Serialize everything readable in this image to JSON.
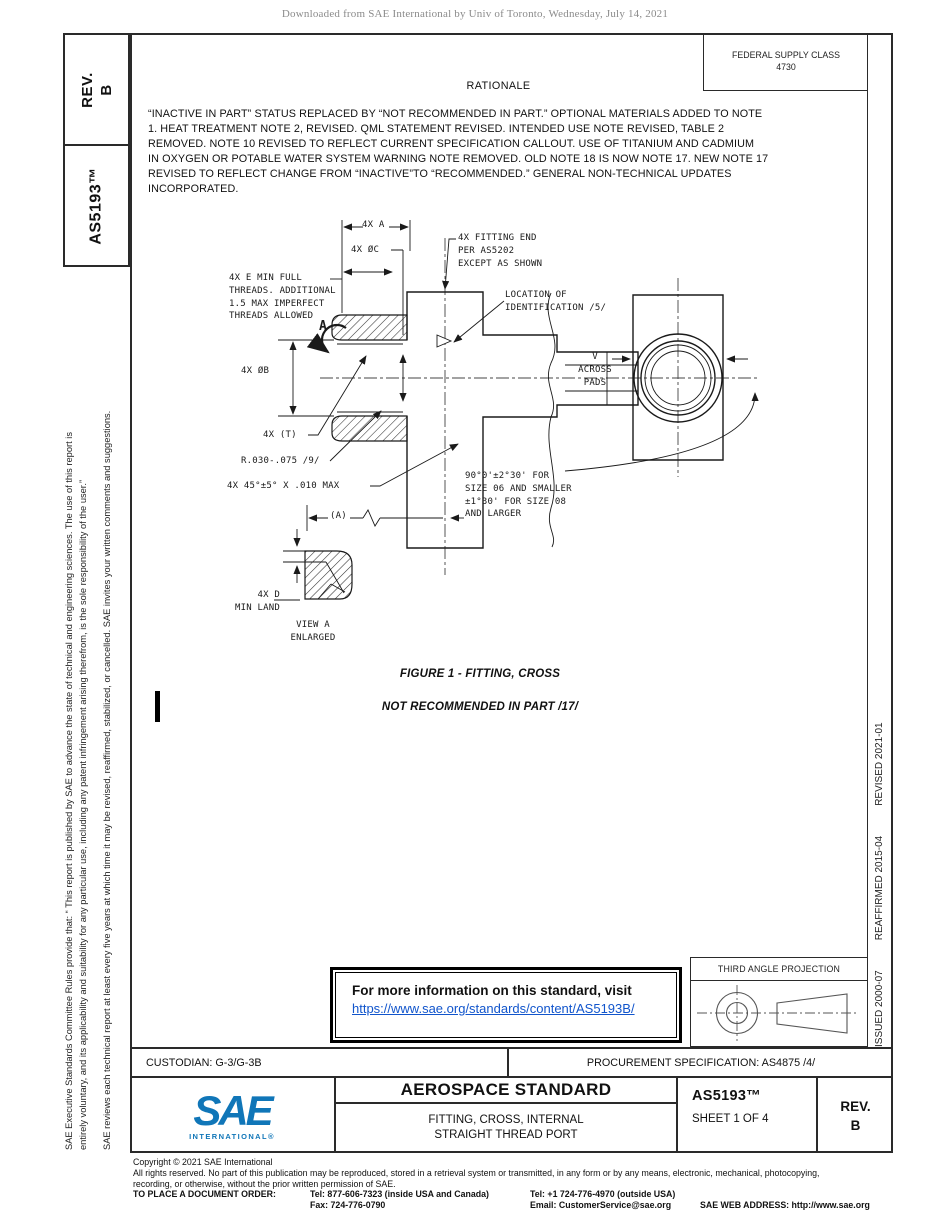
{
  "watermark": "Downloaded from SAE International by Univ of Toronto, Wednesday, July 14, 2021",
  "sidebar": {
    "rev_label": "REV.",
    "rev_value": "B",
    "doc_number": "AS5193™",
    "disclaimer_line1": "SAE Executive Standards Committee Rules provide that: “ This report is published by SAE to advance the state of technical and engineering sciences. The use of this report is",
    "disclaimer_line2": "entirely voluntary, and its applicability and suitability for any particular use, including any patent infringement arising therefrom, is the sole responsibility of the user.”",
    "review_note": "SAE reviews each technical report at least every five years at which time it may be revised, reaffirmed, stabilized, or cancelled. SAE invites your written comments and suggestions."
  },
  "header": {
    "federal_supply_class_label": "FEDERAL SUPPLY CLASS",
    "federal_supply_class_value": "4730",
    "rationale_title": "RATIONALE",
    "rationale_text": "“INACTIVE IN PART” STATUS REPLACED BY “NOT RECOMMENDED IN PART.” OPTIONAL MATERIALS ADDED TO NOTE\n1. HEAT TREATMENT NOTE 2, REVISED. QML STATEMENT REVISED. INTENDED USE NOTE REVISED, TABLE 2\nREMOVED. NOTE 10 REVISED TO REFLECT CURRENT SPECIFICATION CALLOUT. USE OF TITANIUM AND CADMIUM\nIN OXYGEN OR POTABLE WATER SYSTEM WARNING NOTE REMOVED. OLD NOTE 18 IS NOW NOTE 17. NEW NOTE 17\nREVISED TO REFLECT CHANGE FROM “INACTIVE”TO “RECOMMENDED.” GENERAL NON-TECHNICAL UPDATES\nINCORPORATED."
  },
  "drawing": {
    "labels": [
      {
        "name": "fitting-end-note",
        "text": "4X FITTING END\nPER AS5202\nEXCEPT AS SHOWN"
      },
      {
        "name": "dim-a",
        "text": "4X A"
      },
      {
        "name": "dim-c",
        "text": "4X ØC"
      },
      {
        "name": "thread-note",
        "text": "4X E MIN FULL\nTHREADS. ADDITIONAL\n1.5 MAX IMPERFECT\nTHREADS ALLOWED"
      },
      {
        "name": "location-note",
        "text": "LOCATION OF\nIDENTIFICATION /5/"
      },
      {
        "name": "view-arrow-label",
        "text": "A"
      },
      {
        "name": "dim-b",
        "text": "4X ØB"
      },
      {
        "name": "across-pads",
        "text": "V\nACROSS\nPADS"
      },
      {
        "name": "dim-t",
        "text": "4X (T)"
      },
      {
        "name": "radius-note",
        "text": "R.030-.075 /9/"
      },
      {
        "name": "chamfer-note",
        "text": "4X 45°±5° X .010 MAX"
      },
      {
        "name": "angle-note",
        "text": "90°0'±2°30' FOR\nSIZE 06 AND SMALLER\n±1°30' FOR SIZE 08\nAND LARGER"
      },
      {
        "name": "dim-a-ref",
        "text": "(A)"
      },
      {
        "name": "land-note",
        "text": "4X D\nMIN LAND"
      },
      {
        "name": "view-a-caption",
        "text": "VIEW A\nENLARGED"
      }
    ],
    "figure_caption": "FIGURE 1 - FITTING, CROSS",
    "status_note": "NOT RECOMMENDED IN PART /17/"
  },
  "info_box": {
    "line1": "For more information on this standard, visit",
    "link": "https://www.sae.org/standards/content/AS5193B/"
  },
  "projection": {
    "title": "THIRD ANGLE PROJECTION"
  },
  "revision_strip": {
    "issued": "ISSUED 2000-07",
    "reaffirmed": "REAFFIRMED 2015-04",
    "revised": "REVISED 2021-01"
  },
  "custodian_row": {
    "custodian": "CUSTODIAN: G-3/G-3B",
    "procurement": "PROCUREMENT SPECIFICATION: AS4875 /4/"
  },
  "title_block": {
    "logo_text": "SAE",
    "logo_sub": "INTERNATIONAL®",
    "title": "AEROSPACE STANDARD",
    "subtitle_line1": "FITTING, CROSS, INTERNAL",
    "subtitle_line2": "STRAIGHT THREAD PORT",
    "doc_number": "AS5193™",
    "sheet": "SHEET 1 OF 4",
    "rev_label": "REV.",
    "rev_value": "B"
  },
  "footer": {
    "copyright": "Copyright © 2021 SAE International",
    "rights_line1": "All rights reserved. No part of this publication may be reproduced, stored in a retrieval system or transmitted, in any form or by any means, electronic, mechanical, photocopying,",
    "rights_line2": "recording, or otherwise, without the prior written permission of SAE.",
    "order_label": "TO PLACE A DOCUMENT ORDER:",
    "tel_inside": "Tel: 877-606-7323 (inside USA and Canada)",
    "tel_outside": "Tel: +1 724-776-4970 (outside USA)",
    "fax": "Fax: 724-776-0790",
    "email": "Email: CustomerService@sae.org",
    "web": "SAE WEB ADDRESS: http://www.sae.org"
  },
  "colors": {
    "link": "#1155CC",
    "logo_blue": "#1076B8",
    "ink": "#1A1A1A"
  }
}
